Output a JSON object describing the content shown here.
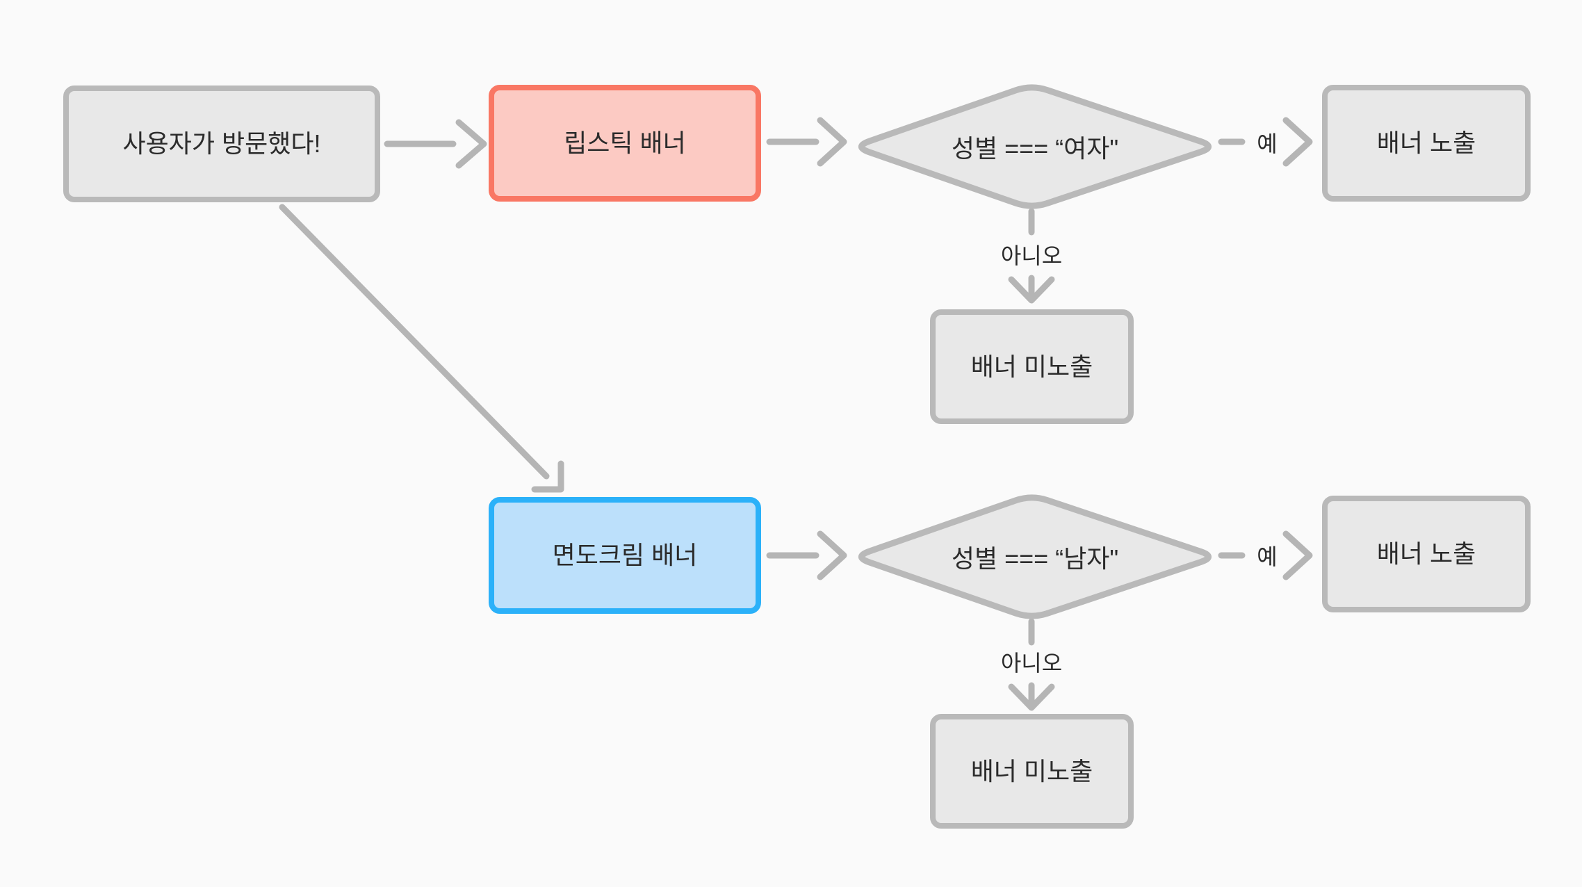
{
  "diagram": {
    "title": "banner-exposure-flowchart",
    "background": "#fafafa",
    "nodes": {
      "start": {
        "label": "사용자가 방문했다!",
        "shape": "rect",
        "variant": "gray"
      },
      "lipstick_banner": {
        "label": "립스틱 배너",
        "shape": "rect",
        "variant": "red"
      },
      "decision_female": {
        "label": "성별 === “여자\"",
        "shape": "diamond",
        "variant": "gray"
      },
      "banner_shown_female": {
        "label": "배너 노출",
        "shape": "rect",
        "variant": "gray"
      },
      "banner_hidden_female": {
        "label": "배너 미노출",
        "shape": "rect",
        "variant": "gray"
      },
      "shaving_banner": {
        "label": "면도크림 배너",
        "shape": "rect",
        "variant": "blue"
      },
      "decision_male": {
        "label": "성별 === “남자\"",
        "shape": "diamond",
        "variant": "gray"
      },
      "banner_shown_male": {
        "label": "배너 노출",
        "shape": "rect",
        "variant": "gray"
      },
      "banner_hidden_male": {
        "label": "배너 미노출",
        "shape": "rect",
        "variant": "gray"
      }
    },
    "edge_labels": {
      "female_yes": "예",
      "female_no": "아니오",
      "male_yes": "예",
      "male_no": "아니오"
    },
    "colors": {
      "node_fill_gray": "#e8e8e8",
      "node_border_gray": "#b9b9b9",
      "node_fill_red": "#fccac3",
      "node_border_red": "#f97764",
      "node_fill_blue": "#bce0fb",
      "node_border_blue": "#2bb1f9",
      "edge": "#b5b5b5",
      "text": "#2b2b2b"
    }
  }
}
